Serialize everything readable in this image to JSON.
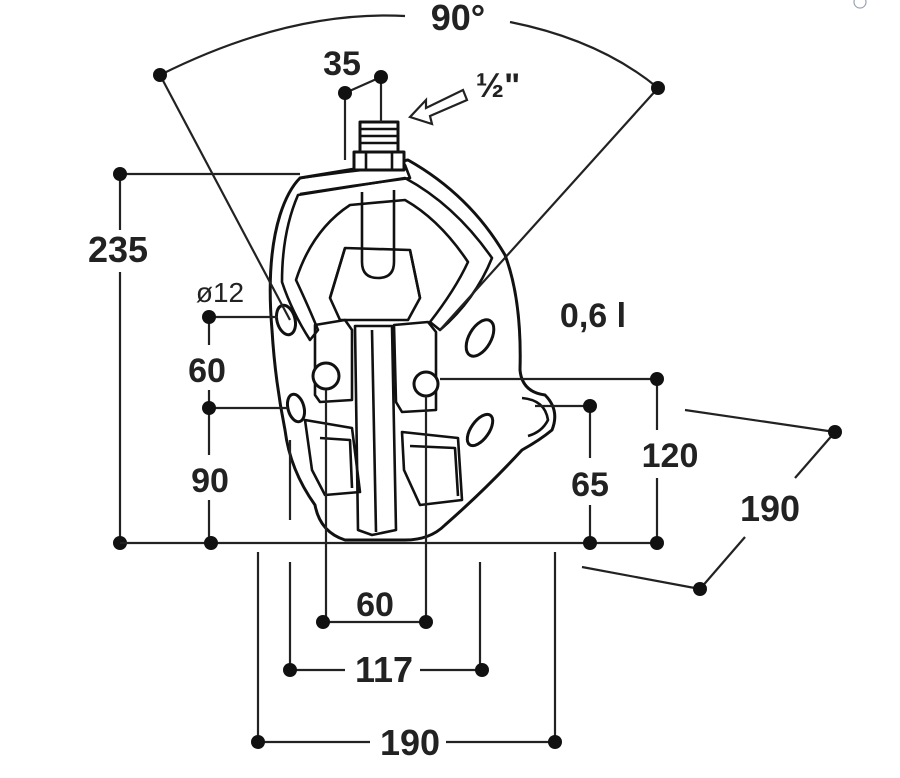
{
  "labels": {
    "angle": "90°",
    "fitting_width": "35",
    "thread_size": "½\"",
    "total_height": "235",
    "hole_diameter": "ø12",
    "hole_spacing_upper": "60",
    "hole_height_lower": "90",
    "volume": "0,6 l",
    "right_height_outer": "120",
    "right_height_inner": "65",
    "depth": "190",
    "bottom_inner": "60",
    "bottom_middle": "117",
    "bottom_outer": "190"
  },
  "colors": {
    "line": "#222222",
    "background": "#ffffff"
  },
  "icons": {
    "corner": "link-icon"
  }
}
